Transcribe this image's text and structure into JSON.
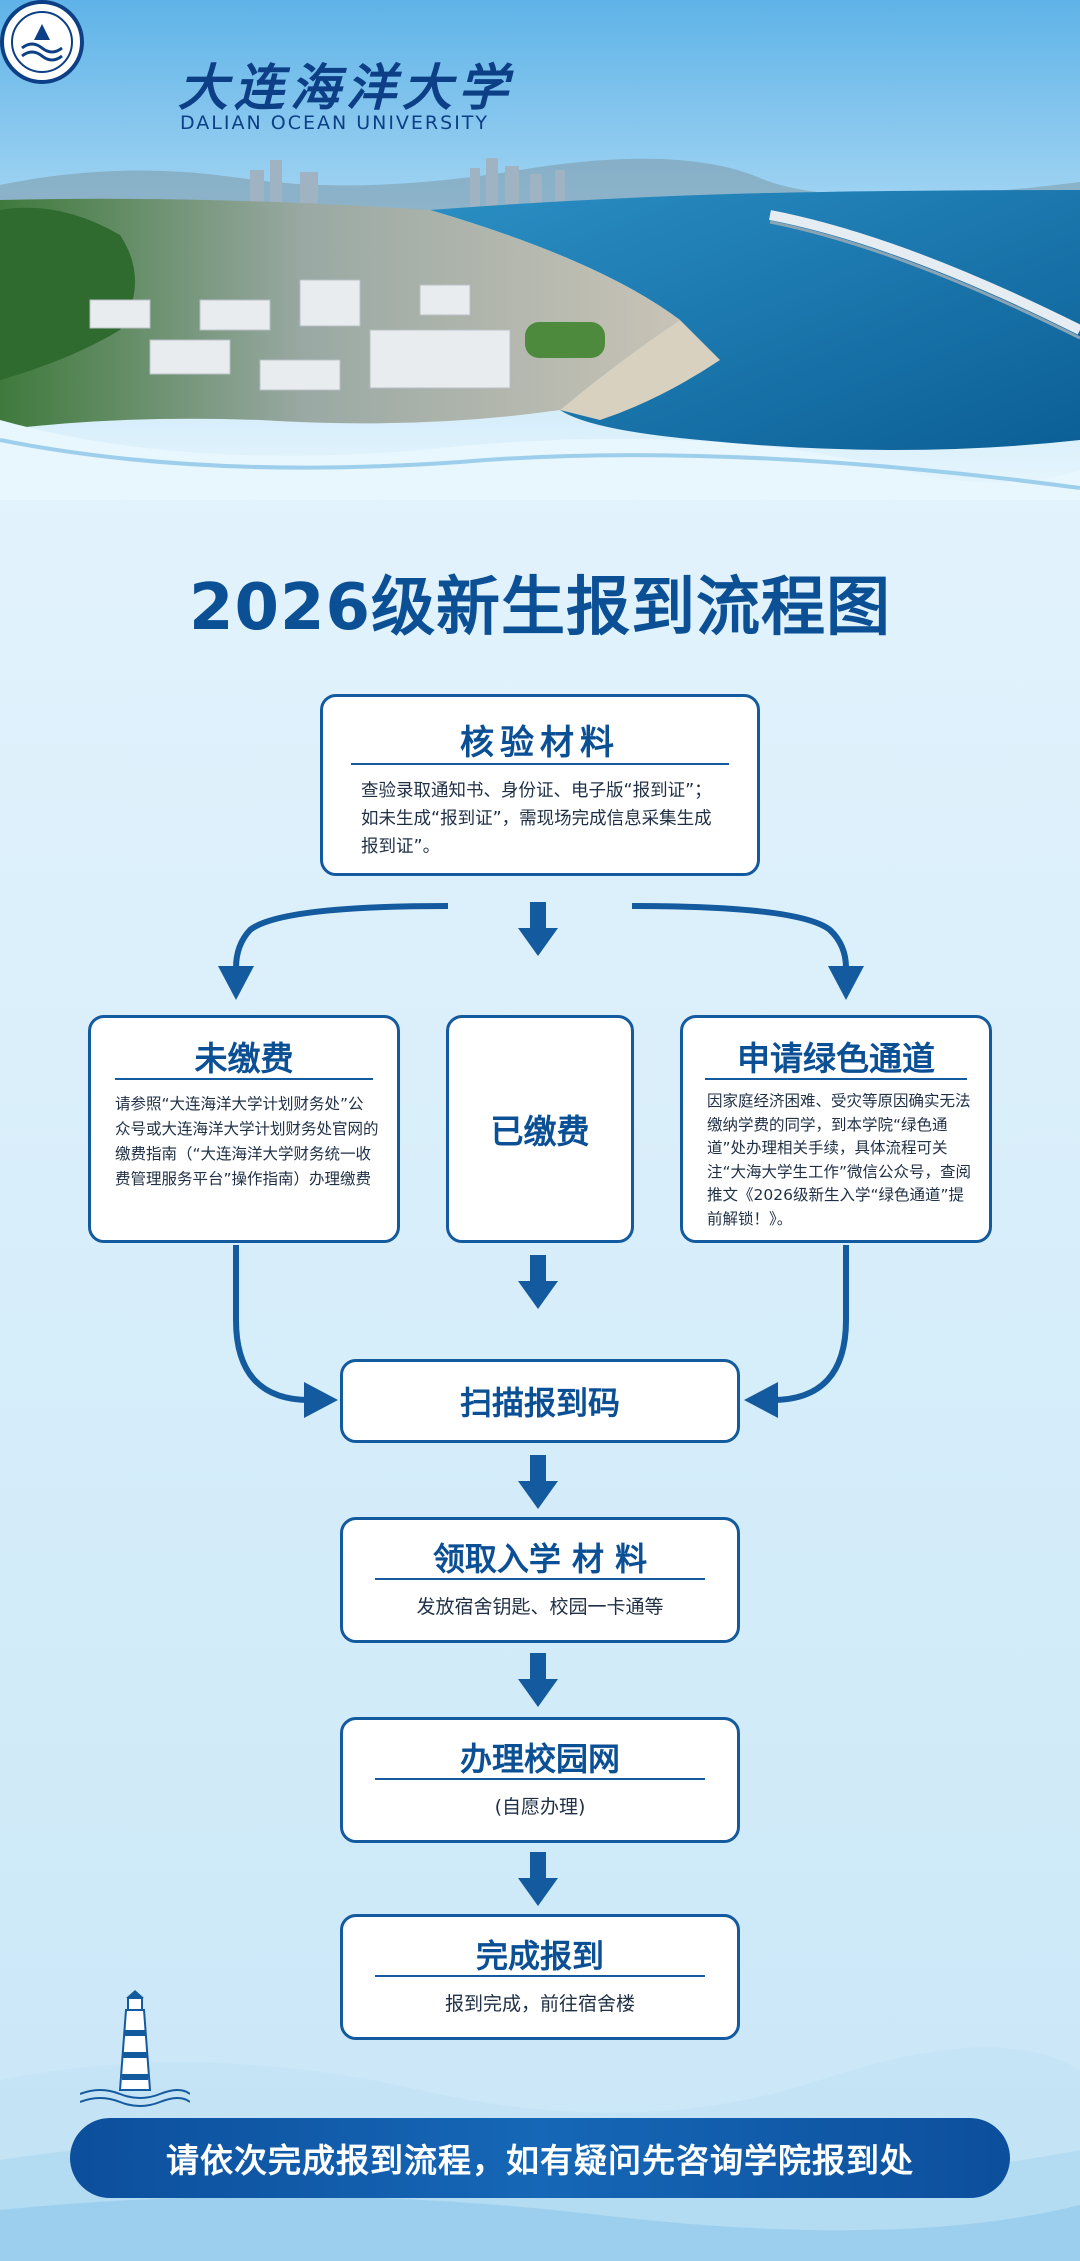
{
  "header": {
    "university_cn": "大连海洋大学",
    "university_en": "DALIAN OCEAN UNIVERSITY"
  },
  "title": "2026级新生报到流程图",
  "steps": {
    "verify": {
      "title": "核验材料",
      "body": "查验录取通知书、身份证、电子版“报到证”；如未生成“报到证”，需现场完成信息采集生成报到证”。"
    },
    "unpaid": {
      "title": "未缴费",
      "body": "请参照“大连海洋大学计划财务处”公众号或大连海洋大学计划财务处官网的缴费指南（“大连海洋大学财务统一收费管理服务平台”操作指南）办理缴费"
    },
    "paid": {
      "title": "已缴费"
    },
    "green": {
      "title": "申请绿色通道",
      "body": "因家庭经济困难、受灾等原因确实无法缴纳学费的同学，到本学院“绿色通道”处办理相关手续，具体流程可关注“大海大学生工作”微信公众号，查阅推文《2026级新生入学“绿色通道”提前解锁！》。"
    },
    "scan": {
      "title": "扫描报到码"
    },
    "materials": {
      "title": "领取入学 材 料",
      "body": "发放宿舍钥匙、校园一卡通等"
    },
    "network": {
      "title": "办理校园网",
      "body": "(自愿办理)"
    },
    "finish": {
      "title": "完成报到",
      "body": "报到完成，前往宿舍楼"
    }
  },
  "footer": {
    "notice": "请依次完成报到流程，如有疑问先咨询学院报到处"
  },
  "colors": {
    "primary": "#0b4f95",
    "border": "#145a9e",
    "banner": "#0c4f9c",
    "background": "#e3f3fc"
  }
}
